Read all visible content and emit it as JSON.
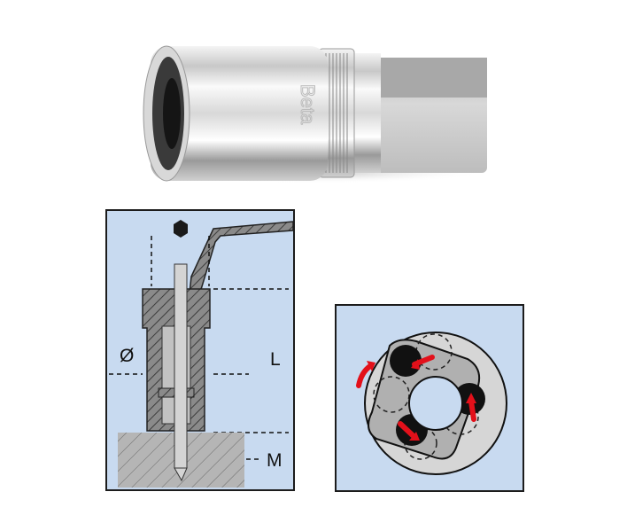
{
  "product_photo": {
    "description": "Chrome stud extractor socket",
    "engraving": "Beta"
  },
  "section_diagram": {
    "labels": {
      "diameter": "Ø",
      "length": "L",
      "thread": "M"
    },
    "colors": {
      "background": "#c8daf0",
      "border": "#1c1c1c",
      "metal": "#b8b8b8",
      "hatch_dark": "#5a5a5a"
    }
  },
  "roller_diagram": {
    "arrow_color": "#e3101a",
    "background": "#c8daf0"
  }
}
